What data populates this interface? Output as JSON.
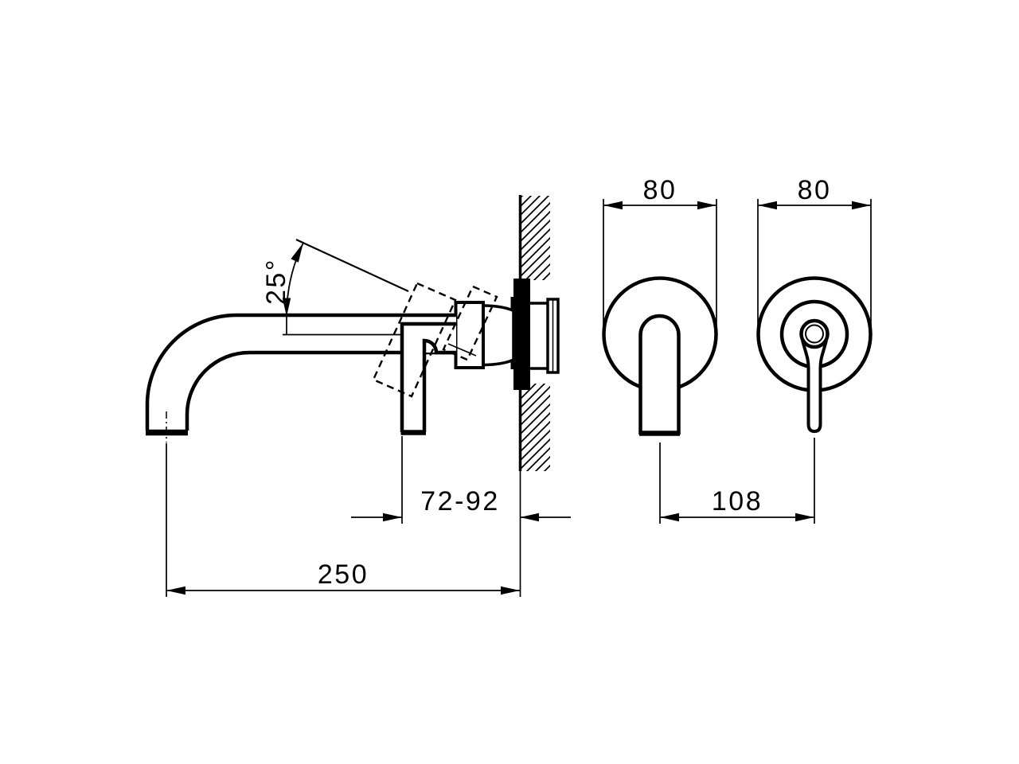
{
  "page": {
    "background_color": "#ffffff",
    "line_color": "#000000",
    "description": "technical installation drawing of a wall-mounted basin mixer: side section view with wall hatch, dashed alternate handle position, and two front views of spout and lever escutcheons"
  },
  "dimensions": {
    "spout_angle": "25°",
    "spout_escutcheon_width": "80",
    "handle_escutcheon_width": "80",
    "center_distance": "108",
    "wall_depth_range": "72-92",
    "spout_reach": "250"
  }
}
